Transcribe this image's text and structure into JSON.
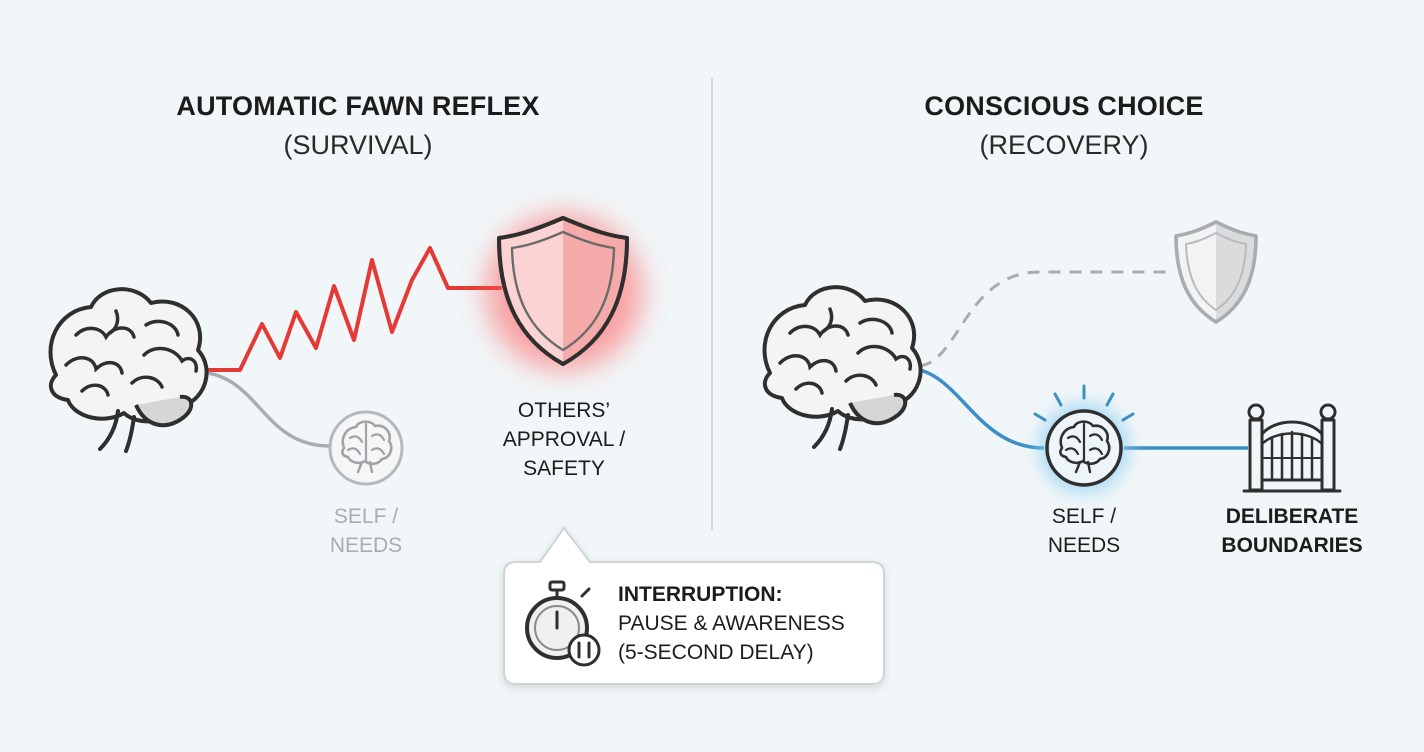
{
  "left": {
    "title": "AUTOMATIC FAWN REFLEX",
    "subtitle": "(SURVIVAL)",
    "target_label": [
      "OTHERS’",
      "APPROVAL /",
      "SAFETY"
    ],
    "self_label": [
      "SELF /",
      "NEEDS"
    ]
  },
  "right": {
    "title": "CONSCIOUS CHOICE",
    "subtitle": "(RECOVERY)",
    "self_label": [
      "SELF /",
      "NEEDS"
    ],
    "boundary_label": [
      "DELIBERATE",
      "BOUNDARIES"
    ]
  },
  "callout": {
    "heading": "INTERRUPTION:",
    "line1": "PAUSE & AWARENESS",
    "line2": "(5-SECOND DELAY)"
  },
  "colors": {
    "alarm_red": "#e53935",
    "calm_blue": "#3a8fc8",
    "muted_gray": "#a9adb0",
    "ink": "#2f2f2f",
    "background": "#f1f6f8"
  },
  "icons": [
    "brain-icon",
    "shield-icon",
    "gate-icon",
    "stopwatch-icon",
    "pause-icon"
  ]
}
